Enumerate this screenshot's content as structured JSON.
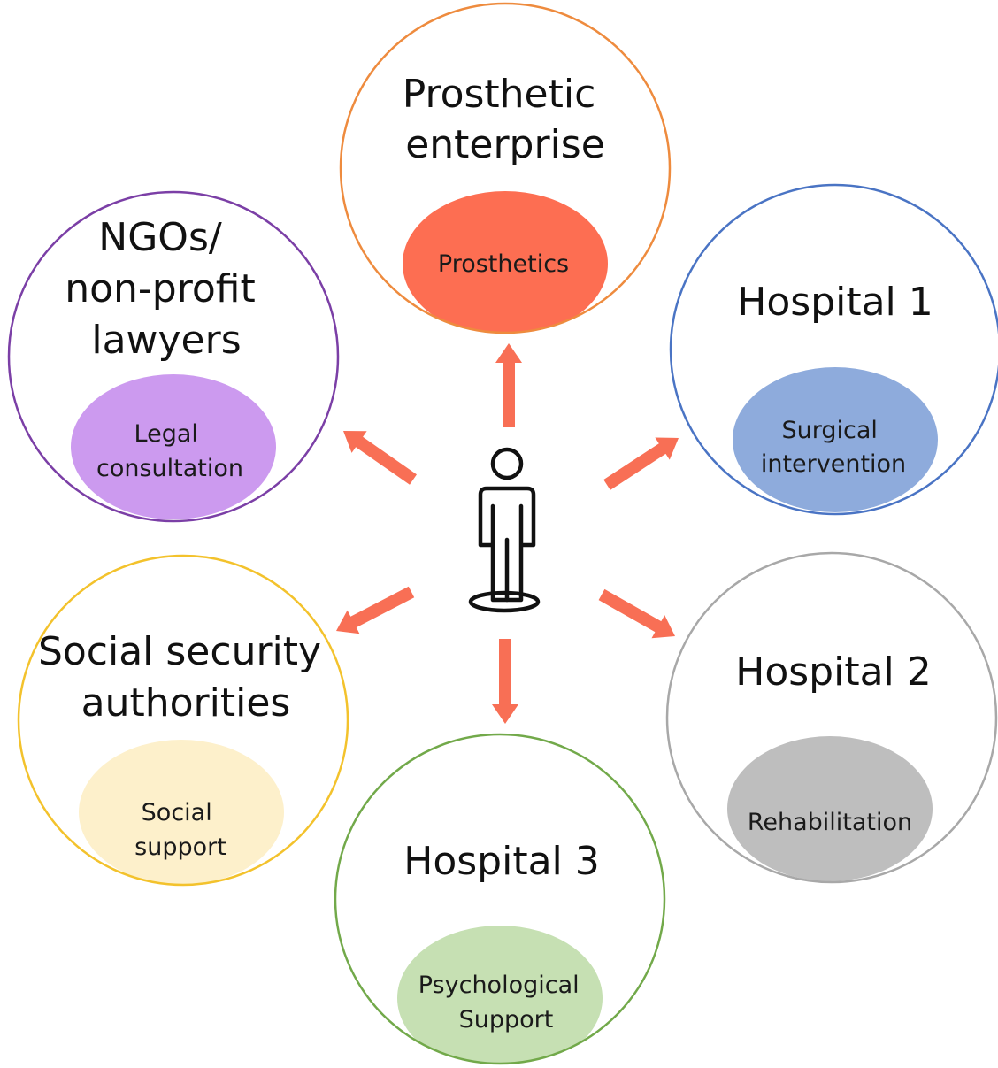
{
  "center": {
    "icon": "person-icon",
    "arrow_color": "#f86f55"
  },
  "nodes": [
    {
      "id": "prosthetic",
      "title_lines": [
        "Prosthetic",
        "enterprise"
      ],
      "service_lines": [
        "Prosthetics"
      ],
      "ring_color": "#ee8b3e",
      "fill_color": "#fd6e52"
    },
    {
      "id": "hospital1",
      "title_lines": [
        "Hospital 1"
      ],
      "service_lines": [
        "Surgical",
        "intervention"
      ],
      "ring_color": "#4a74c4",
      "fill_color": "#8eabdc"
    },
    {
      "id": "hospital2",
      "title_lines": [
        "Hospital 2"
      ],
      "service_lines": [
        "Rehabilitation"
      ],
      "ring_color": "#a8a8a8",
      "fill_color": "#bebebe"
    },
    {
      "id": "hospital3",
      "title_lines": [
        "Hospital 3"
      ],
      "service_lines": [
        "Psychological",
        "Support"
      ],
      "ring_color": "#72a94a",
      "fill_color": "#c6e0b3"
    },
    {
      "id": "social",
      "title_lines": [
        "Social security",
        "authorities"
      ],
      "service_lines": [
        "Social",
        "support"
      ],
      "ring_color": "#f3c22c",
      "fill_color": "#fdf0cb"
    },
    {
      "id": "ngo",
      "title_lines": [
        "NGOs/",
        "non-profit",
        "lawyers"
      ],
      "service_lines": [
        "Legal",
        "consultation"
      ],
      "ring_color": "#7b3fa6",
      "fill_color": "#cc9aef"
    }
  ]
}
